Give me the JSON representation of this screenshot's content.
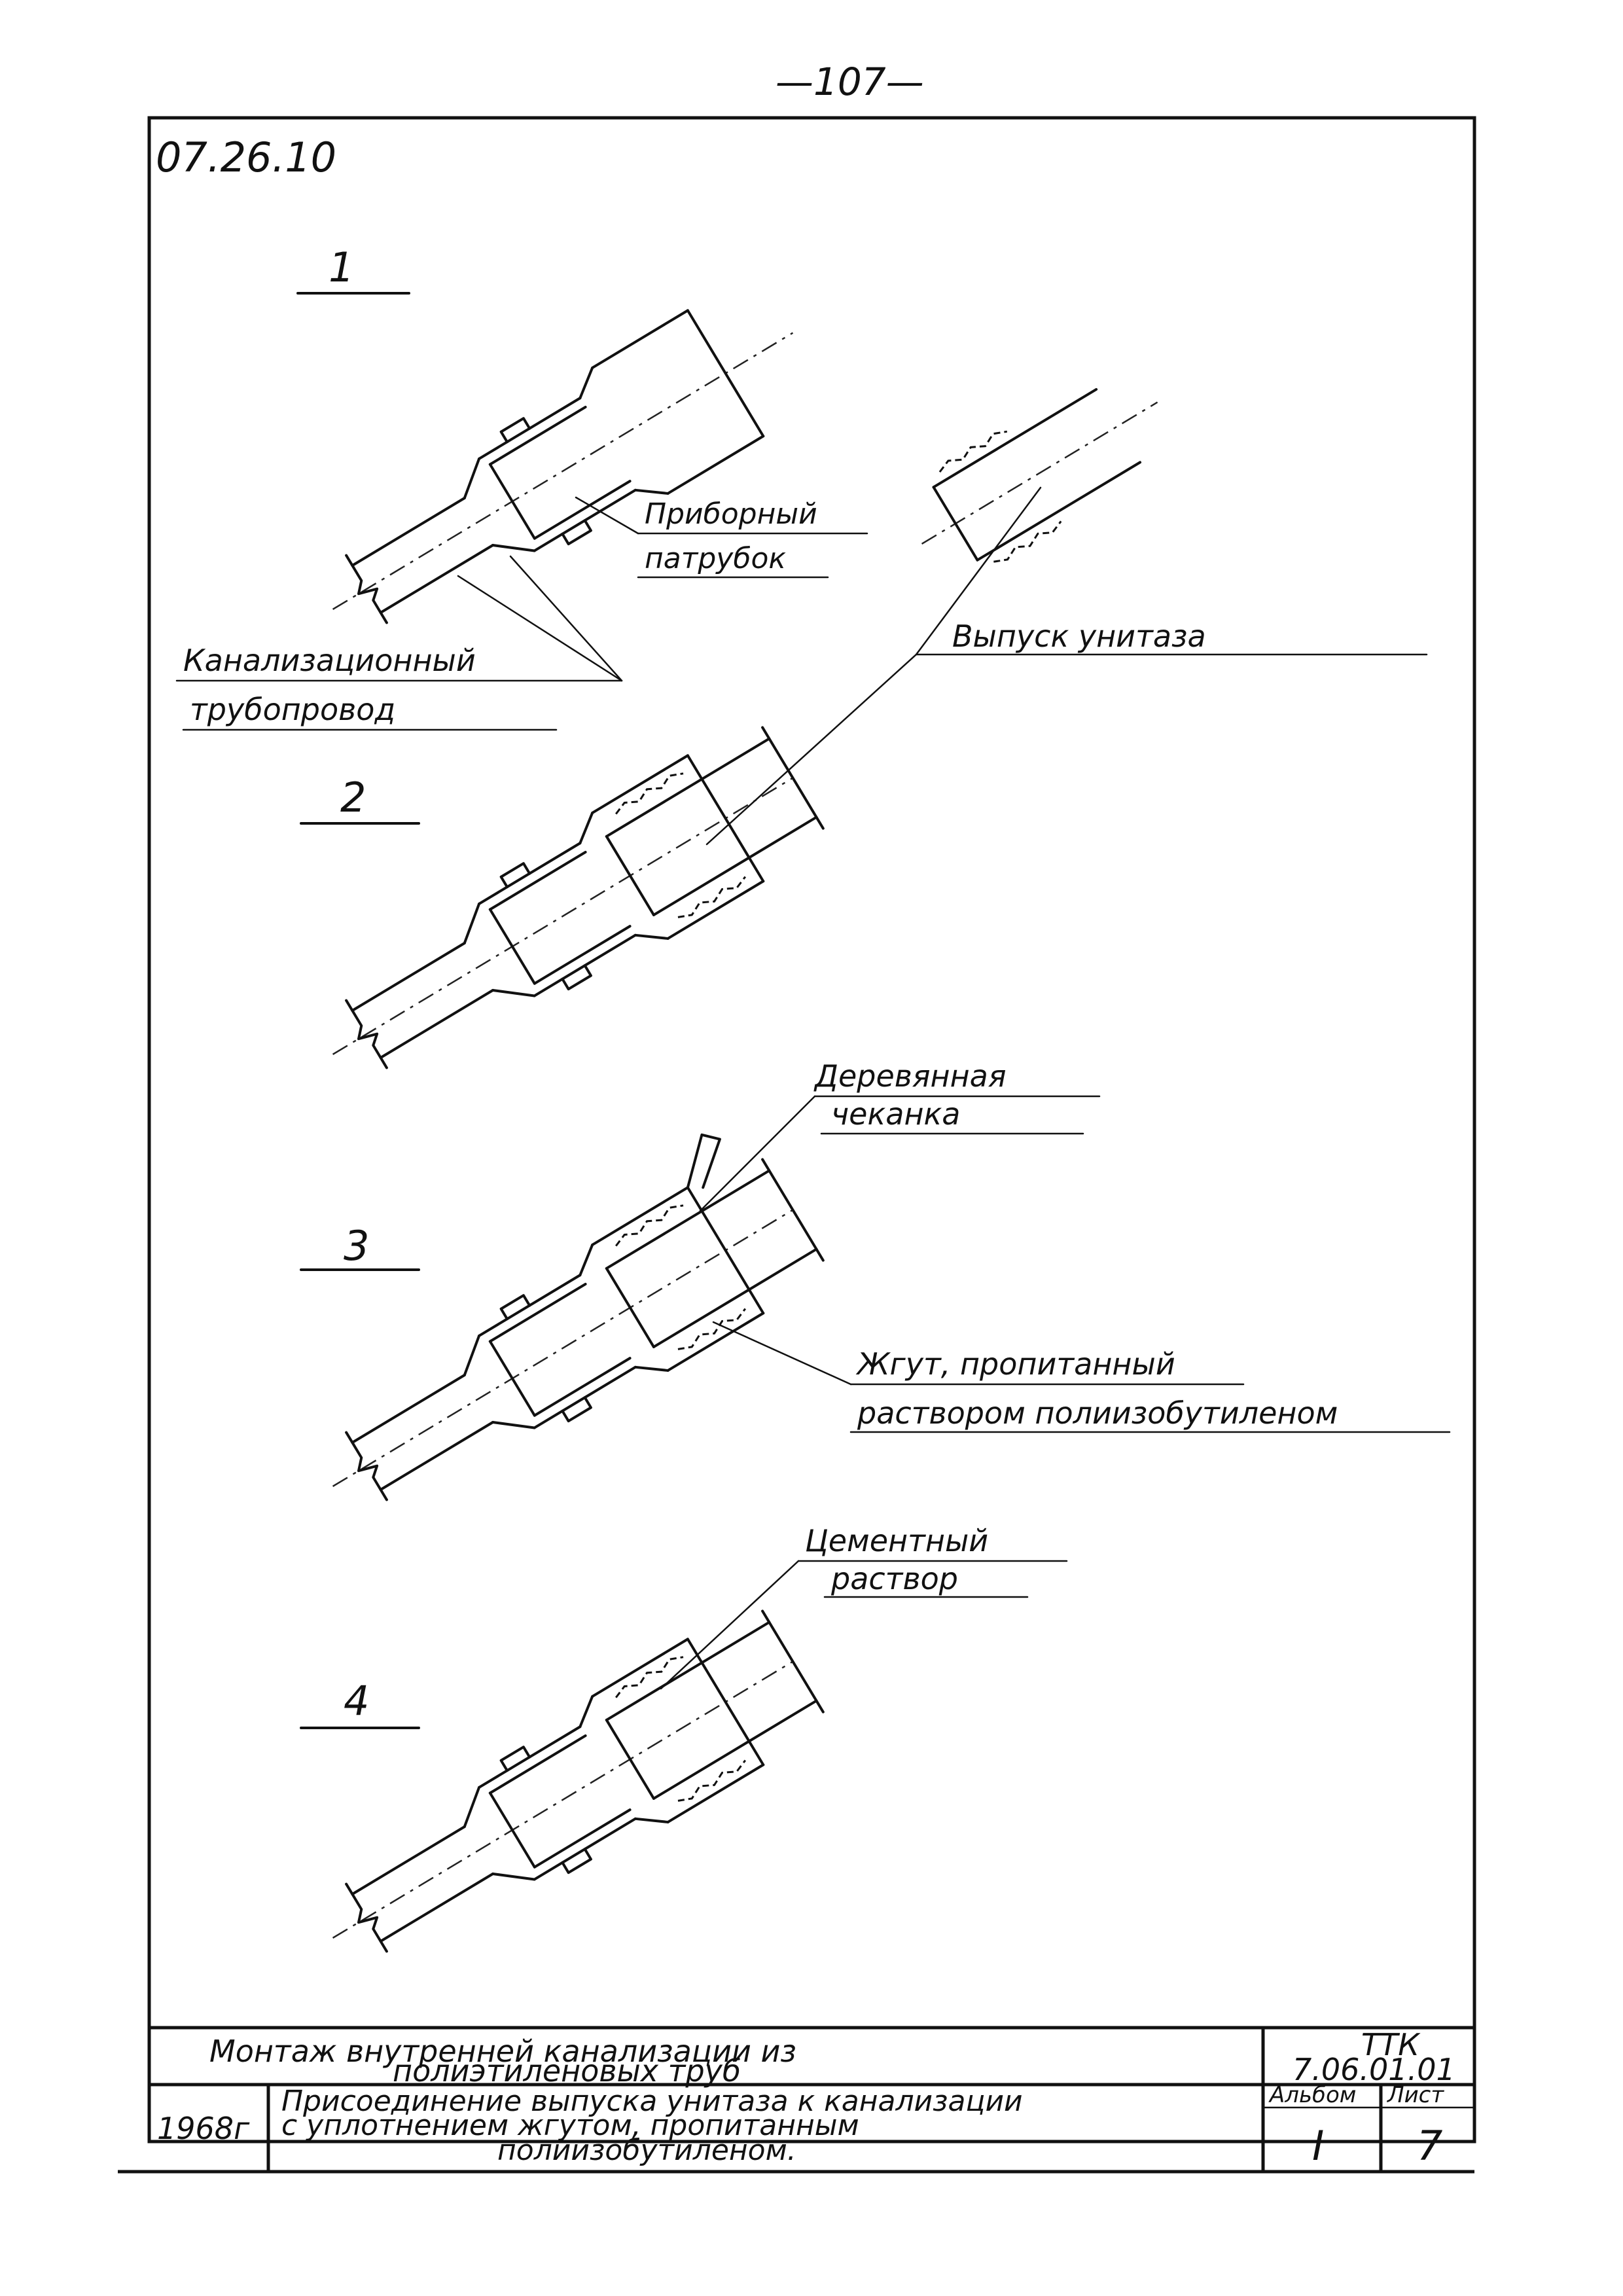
{
  "page_number": "—107—",
  "doc_code": "07.26.10",
  "views": [
    {
      "number": "1"
    },
    {
      "number": "2"
    },
    {
      "number": "3"
    },
    {
      "number": "4"
    }
  ],
  "labels": {
    "pribor_1": "Приборный",
    "pribor_2": "патрубок",
    "kanal_1": "Канализационный",
    "kanal_2": "трубопровод",
    "vypusk": "Выпуск унитаза",
    "derev_1": "Деревянная",
    "derev_2": "чеканка",
    "zhgut_1": "Жгут, пропитанный",
    "zhgut_2": "раствором полиизобутиленом",
    "cement_1": "Цементный",
    "cement_2": "раствор"
  },
  "title_block": {
    "title_1": "Монтаж внутренней канализации из",
    "title_2": "полиэтиленовых труб",
    "ttk": "ТТК",
    "ttk_code": "7.06.01.01",
    "year": "1968г",
    "desc_1": "Присоединение выпуска унитаза к канализации",
    "desc_2": "с уплотнением жгутом, пропитанным",
    "desc_3": "полиизобутиленом.",
    "album_label": "Альбом",
    "sheet_label": "Лист",
    "album": "I",
    "sheet": "7"
  }
}
